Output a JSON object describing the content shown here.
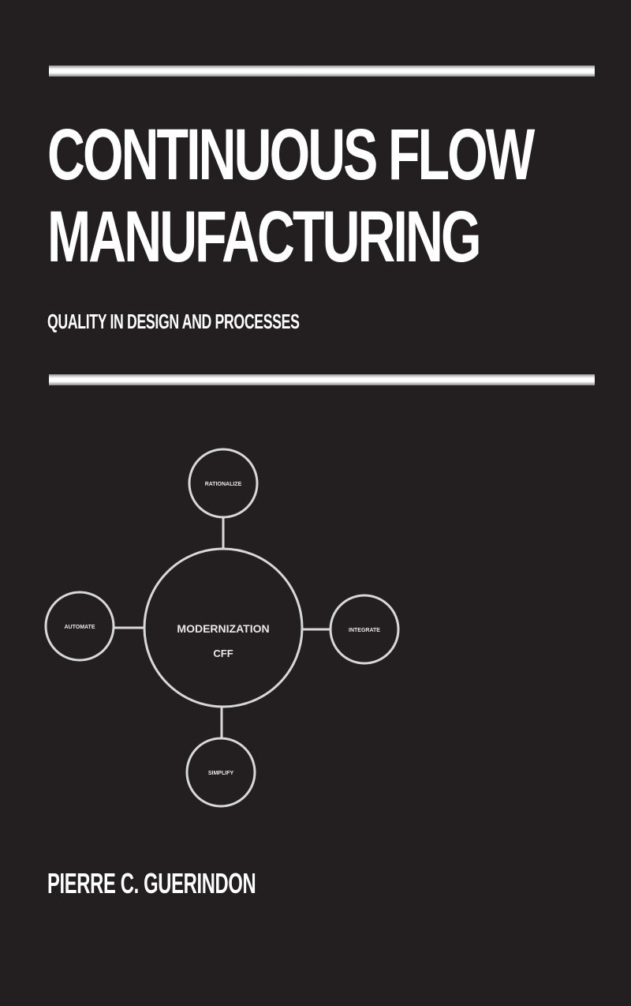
{
  "cover": {
    "title_line1": "CONTINUOUS FLOW",
    "title_line2": "MANUFACTURING",
    "subtitle": "QUALITY IN DESIGN AND PROCESSES",
    "author": "PIERRE C. GUERINDON",
    "background_color": "#231f20",
    "foreground_color": "#ffffff"
  },
  "diagram": {
    "center": {
      "label_line1": "MODERNIZATION",
      "label_line2": "CFF"
    },
    "nodes": {
      "top": "RATIONALIZE",
      "left": "AUTOMATE",
      "right": "INTEGRATE",
      "bottom": "SIMPLIFY"
    }
  }
}
